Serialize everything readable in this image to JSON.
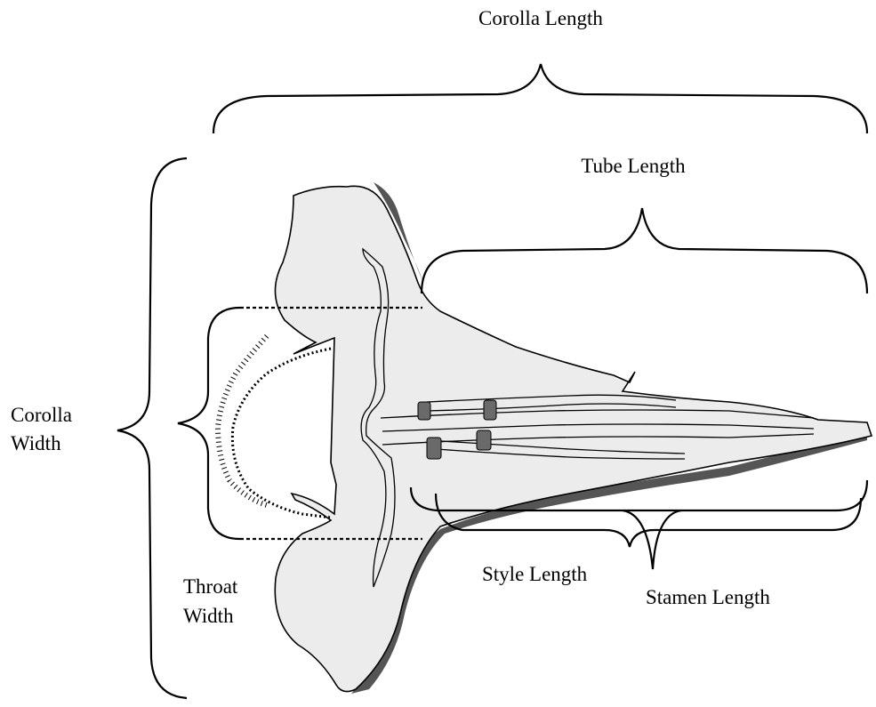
{
  "labels": {
    "corolla_length": "Corolla Length",
    "tube_length": "Tube Length",
    "corolla_width_line1": "Corolla",
    "corolla_width_line2": "Width",
    "throat_width_line1": "Throat",
    "throat_width_line2": "Width",
    "style_length": "Style Length",
    "stamen_length": "Stamen Length"
  },
  "colors": {
    "ink": "#000000",
    "petal_fill": "#ececec",
    "shadow": "#555555",
    "anther": "#6a6a6a"
  }
}
